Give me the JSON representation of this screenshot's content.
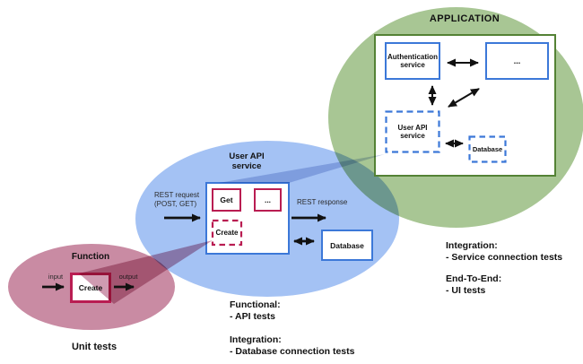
{
  "colors": {
    "green": "#a8c694",
    "blue": "#a4c2f4",
    "pink": "#c98ba3",
    "greenBorder": "#548235",
    "blueBorder": "#3c78d8",
    "redBorder": "#b91d52",
    "beamPink": "#cf9bb1",
    "beamBlue": "#c4cfe8",
    "arrow": "#111111"
  },
  "application": {
    "title": "APPLICATION",
    "auth_box": "Authentication service",
    "dots_box": "...",
    "user_api_box": "User API service",
    "database_box": "Database",
    "captions": [
      {
        "title": "Integration:",
        "item": "- Service connection tests"
      },
      {
        "title": "End-To-End:",
        "item": "- UI tests"
      }
    ]
  },
  "user_api": {
    "title": "User API service",
    "get_box": "Get",
    "dots_box": "...",
    "create_box": "Create",
    "database_box": "Database",
    "rest_request": "REST request (POST, GET)",
    "rest_response": "REST response",
    "captions": [
      {
        "title": "Functional:",
        "item": "- API tests"
      },
      {
        "title": "Integration:",
        "item": "- Database connection tests"
      }
    ]
  },
  "function": {
    "title": "Function",
    "create_box": "Create",
    "input_label": "input",
    "output_label": "output",
    "caption": "Unit tests"
  }
}
